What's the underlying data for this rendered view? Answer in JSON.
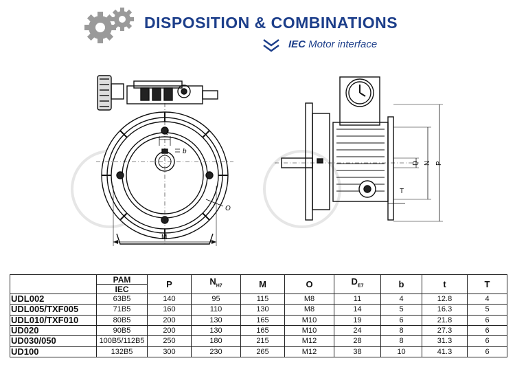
{
  "header": {
    "title": "DISPOSITION & COMBINATIONS",
    "subtitle_bold": "IEC",
    "subtitle_rest": " Motor interface"
  },
  "colors": {
    "brand_blue": "#1c3e8a",
    "gear_gray": "#9a9a9a",
    "line": "#111111"
  },
  "icons": {
    "logo": "gears-icon",
    "bullet": "double-chevron-down-icon"
  },
  "drawing_labels": {
    "front": {
      "t": "t",
      "b": "b",
      "o": "O",
      "m": "M"
    },
    "side": {
      "d": "D",
      "n": "N",
      "p": "P",
      "t": "T"
    }
  },
  "table": {
    "pam_label": "PAM",
    "iec_label": "IEC",
    "headers": [
      {
        "main": "P",
        "sub": ""
      },
      {
        "main": "N",
        "sub": "H7"
      },
      {
        "main": "M",
        "sub": ""
      },
      {
        "main": "O",
        "sub": ""
      },
      {
        "main": "D",
        "sub": "E7"
      },
      {
        "main": "b",
        "sub": ""
      },
      {
        "main": "t",
        "sub": ""
      },
      {
        "main": "T",
        "sub": ""
      }
    ],
    "rows": [
      {
        "model": "UDL002",
        "iec": "63B5",
        "p": "140",
        "n": "95",
        "m": "115",
        "o": "M8",
        "d": "11",
        "b": "4",
        "t": "12.8",
        "tt": "4"
      },
      {
        "model": "UDL005/TXF005",
        "iec": "71B5",
        "p": "160",
        "n": "110",
        "m": "130",
        "o": "M8",
        "d": "14",
        "b": "5",
        "t": "16.3",
        "tt": "5"
      },
      {
        "model": "UDL010/TXF010",
        "iec": "80B5",
        "p": "200",
        "n": "130",
        "m": "165",
        "o": "M10",
        "d": "19",
        "b": "6",
        "t": "21.8",
        "tt": "6"
      },
      {
        "model": "UD020",
        "iec": "90B5",
        "p": "200",
        "n": "130",
        "m": "165",
        "o": "M10",
        "d": "24",
        "b": "8",
        "t": "27.3",
        "tt": "6"
      },
      {
        "model": "UD030/050",
        "iec": "100B5/112B5",
        "p": "250",
        "n": "180",
        "m": "215",
        "o": "M12",
        "d": "28",
        "b": "8",
        "t": "31.3",
        "tt": "6"
      },
      {
        "model": "UD100",
        "iec": "132B5",
        "p": "300",
        "n": "230",
        "m": "265",
        "o": "M12",
        "d": "38",
        "b": "10",
        "t": "41.3",
        "tt": "6"
      }
    ]
  }
}
